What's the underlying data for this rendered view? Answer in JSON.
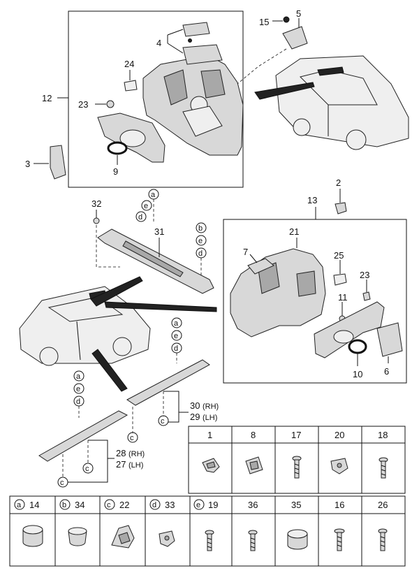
{
  "callouts": {
    "p12": "12",
    "p3": "3",
    "p4": "4",
    "p24": "24",
    "p23a": "23",
    "p9": "9",
    "p15": "15",
    "p5": "5",
    "p2": "2",
    "p13": "13",
    "p32": "32",
    "p31": "31",
    "p21": "21",
    "p7": "7",
    "p25": "25",
    "p23b": "23",
    "p11": "11",
    "p10": "10",
    "p6": "6",
    "p30": "30",
    "p30s": "(RH)",
    "p29": "29",
    "p29s": "(LH)",
    "p28": "28",
    "p28s": "(RH)",
    "p27": "27",
    "p27s": "(LH)"
  },
  "circle_letters": {
    "a": "a",
    "b": "b",
    "c": "c",
    "d": "d",
    "e": "e"
  },
  "table_top": {
    "headers": [
      "1",
      "8",
      "17",
      "20",
      "18"
    ]
  },
  "table_bottom": {
    "headers": [
      {
        "letter": "a",
        "num": "14"
      },
      {
        "letter": "b",
        "num": "34"
      },
      {
        "letter": "c",
        "num": "22"
      },
      {
        "letter": "d",
        "num": "33"
      },
      {
        "letter": "e",
        "num": "19"
      },
      {
        "letter": "",
        "num": "36"
      },
      {
        "letter": "",
        "num": "35"
      },
      {
        "letter": "",
        "num": "16"
      },
      {
        "letter": "",
        "num": "26"
      }
    ]
  },
  "icons": {
    "clip": "clip-icon",
    "nut": "nut-icon",
    "screw": "screw-icon",
    "cap": "cap-icon",
    "bracket": "bracket-icon"
  }
}
